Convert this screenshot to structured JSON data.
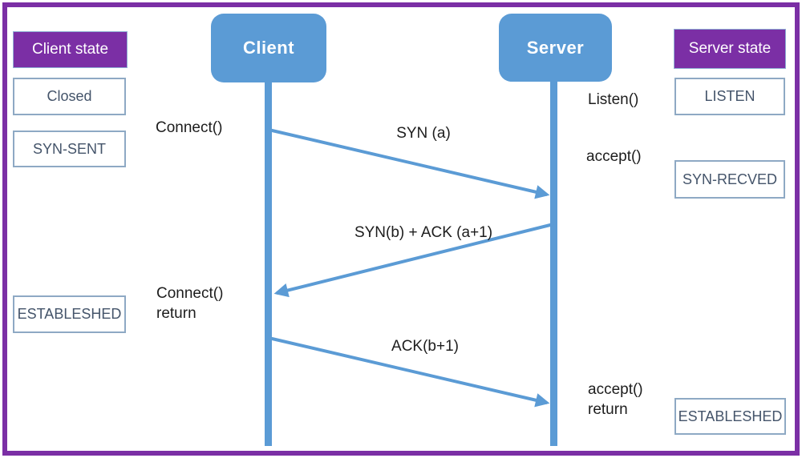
{
  "actors": {
    "client": "Client",
    "server": "Server"
  },
  "client_panel": {
    "header": "Client state",
    "states": [
      "Closed",
      "SYN-SENT",
      "ESTABLESHED"
    ]
  },
  "server_panel": {
    "header": "Server state",
    "states": [
      "LISTEN",
      "SYN-RECVED",
      "ESTABLESHED"
    ]
  },
  "calls": {
    "connect": "Connect()",
    "listen": "Listen()",
    "accept": "accept()",
    "connect_return_line1": "Connect()",
    "connect_return_line2": "return",
    "accept_return_line1": "accept()",
    "accept_return_line2": "return"
  },
  "messages": {
    "syn": "SYN (a)",
    "syn_ack": "SYN(b) + ACK (a+1)",
    "ack": "ACK(b+1)"
  },
  "colors": {
    "purple": "#7B2FA5",
    "blue": "#5B9BD5",
    "state_text": "#44546A",
    "state_border": "#8EA9C4",
    "label_text": "#1d1d1d"
  }
}
